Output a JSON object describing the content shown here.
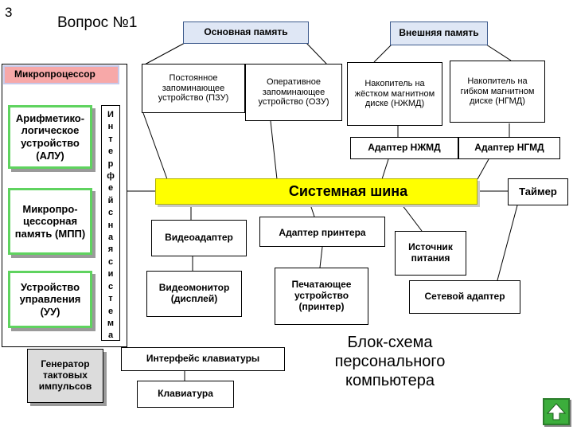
{
  "slide_number": "3",
  "question_title": "Вопрос №1",
  "main_memory": "Основная память",
  "external_memory": "Внешняя память",
  "microprocessor": "Микропроцессор",
  "rom": "Постоянное запоминающее устройство (ПЗУ)",
  "ram": "Оперативное запоминающее устройство (ОЗУ)",
  "hdd": "Накопитель на жёстком магнитном диске (НЖМД)",
  "fdd": "Накопитель на гибком магнитном диске (НГМД)",
  "alu": "Арифметико-логическое устройство (АЛУ)",
  "mpp": "Микропро-цессорная память (МПП)",
  "uu": "Устройство управления (УУ)",
  "interface_letters": [
    "И",
    "н",
    "т",
    "е",
    "р",
    "ф",
    "е",
    "й",
    "с",
    "н",
    "а",
    "я",
    "с",
    "и",
    "с",
    "т",
    "е",
    "м",
    "а"
  ],
  "hdd_adapter": "Адаптер НЖМД",
  "fdd_adapter": "Адаптер НГМД",
  "system_bus": "Системная шина",
  "timer": "Таймер",
  "video_adapter": "Видеоадаптер",
  "printer_adapter": "Адаптер принтера",
  "power_source": "Источник питания",
  "video_monitor": "Видеомонитор (дисплей)",
  "printer": "Печатающее устройство (принтер)",
  "network_adapter": "Сетевой адаптер",
  "clock_generator": "Генератор тактовых импульсов",
  "keyboard_interface": "Интерфейс клавиатуры",
  "keyboard": "Клавиатура",
  "caption": "Блок-схема персонального компьютера",
  "colors": {
    "microprocessor": "#f7a8a8",
    "system_bus": "#ffff00",
    "frame_green": "#5fd35f",
    "memory_header": "#dfe7f5"
  },
  "icons": {
    "nav_button": "home-arrow-icon"
  }
}
